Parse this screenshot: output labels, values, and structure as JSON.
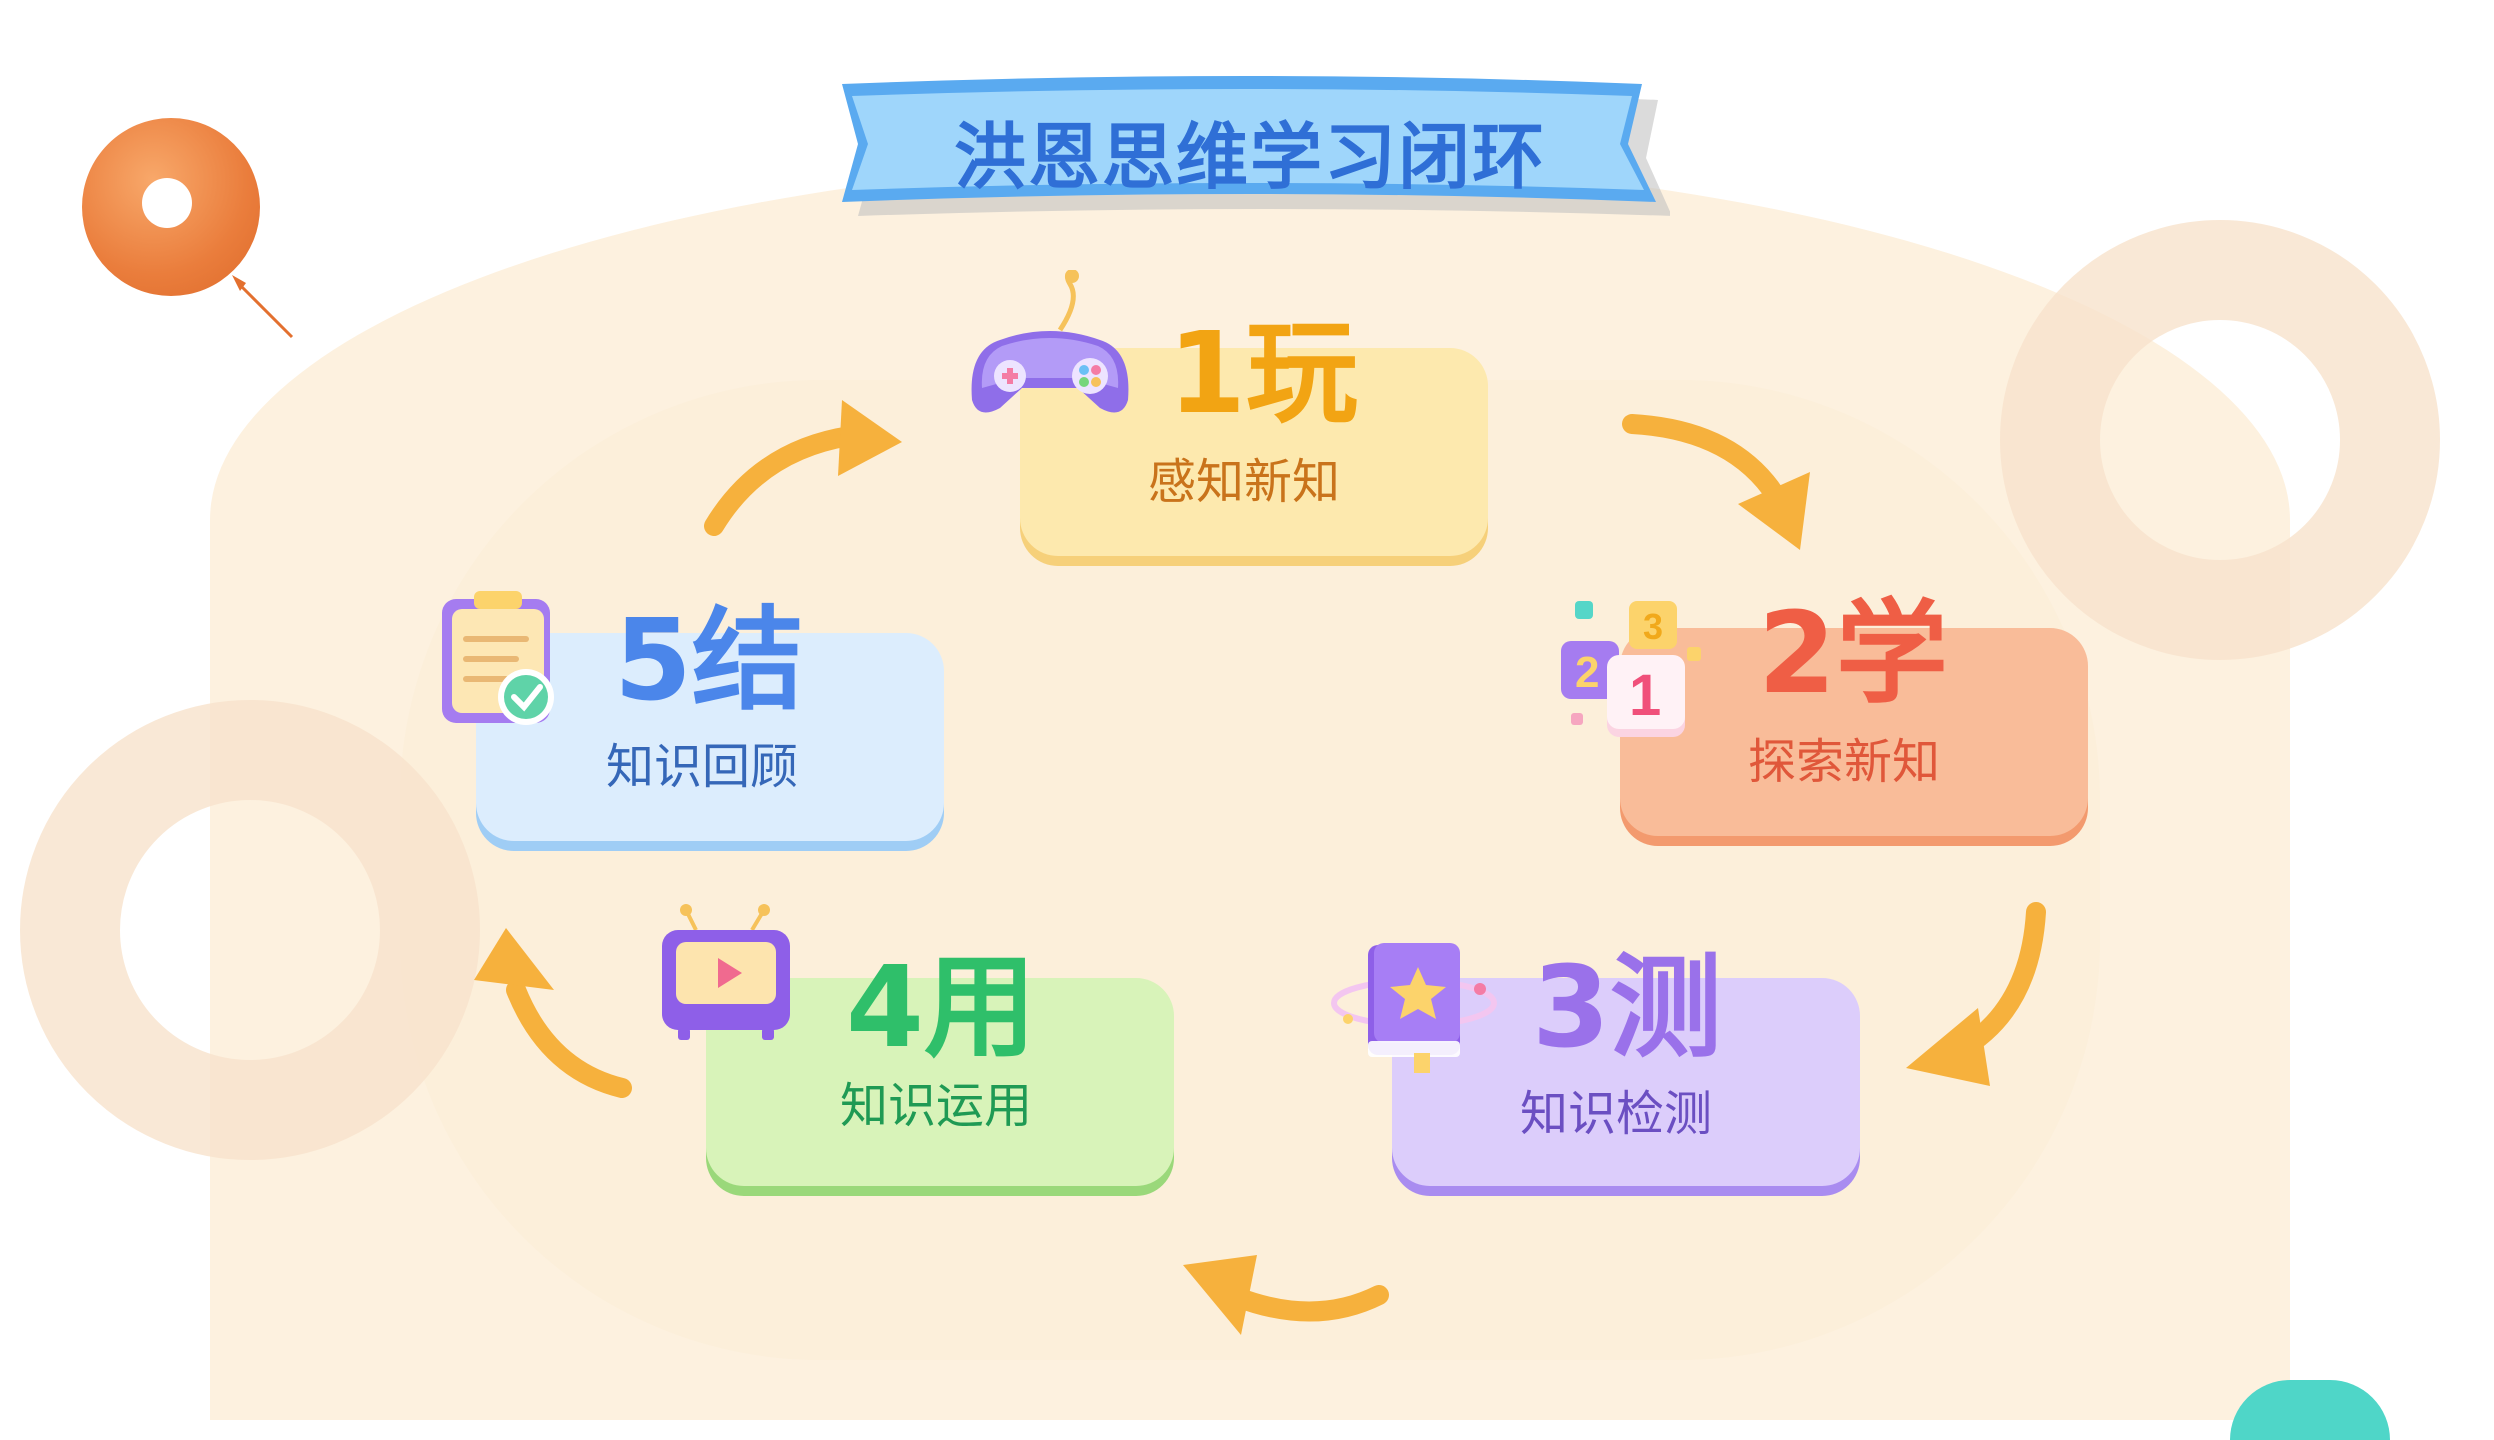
{
  "title": "洪恩思维学习闭环",
  "steps": [
    {
      "number": "1玩",
      "label": "感知新知",
      "icon": "gamepad-icon"
    },
    {
      "number": "2学",
      "label": "探索新知",
      "icon": "number-blocks-icon"
    },
    {
      "number": "3测",
      "label": "知识检测",
      "icon": "star-book-icon"
    },
    {
      "number": "4用",
      "label": "知识运用",
      "icon": "tv-icon"
    },
    {
      "number": "5结",
      "label": "知识回顾",
      "icon": "checklist-icon"
    }
  ],
  "colors": {
    "panel": "#fdf1df",
    "banner": "#8ccdf8",
    "banner_text": "#2f6fd6",
    "arrow": "#f6b13d",
    "step1": "#fde7a8",
    "step2": "#f9bb98",
    "step3": "#dccdfb",
    "step4": "#d7f3b8",
    "step5": "#dcedfd"
  }
}
